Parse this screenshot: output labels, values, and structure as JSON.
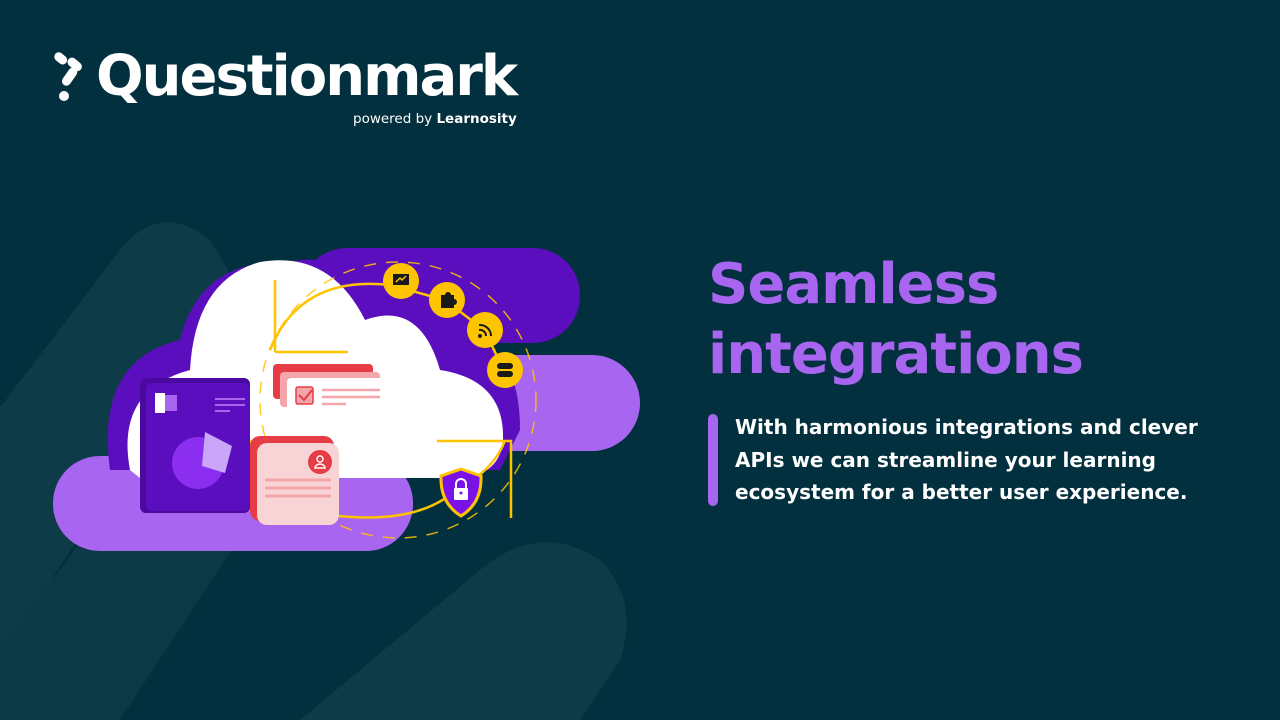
{
  "brand": {
    "name": "Questionmark",
    "powered_by_prefix": "powered by",
    "powered_by_brand": "Learnosity"
  },
  "hero": {
    "headline_line1": "Seamless",
    "headline_line2": "integrations",
    "body": "With harmonious integrations and clever APIs we can streamline your learning ecosystem for a better user experience."
  },
  "illustration": {
    "description": "Cloud illustration with integration icons",
    "icons": [
      "presentation-chart-icon",
      "puzzle-piece-icon",
      "rss-feed-icon",
      "server-icon",
      "shield-lock-icon",
      "excel-file-icon",
      "pie-chart-icon",
      "checklist-card-icon",
      "user-profile-card-icon"
    ]
  },
  "colors": {
    "background": "#03303e",
    "stripe": "#0e3b48",
    "accent_purple": "#a865f0",
    "deep_purple": "#5b0ebd",
    "yellow": "#ffc400",
    "red": "#e63c46",
    "pink": "#f9d4d6"
  }
}
